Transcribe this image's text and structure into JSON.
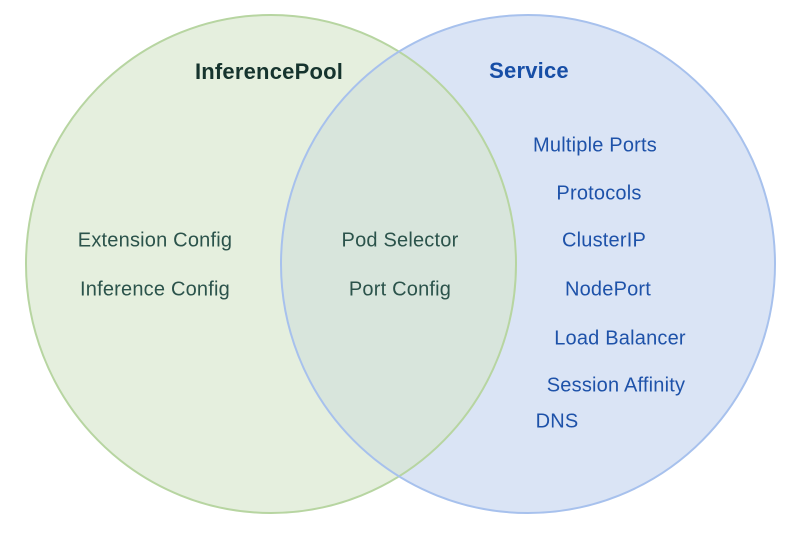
{
  "diagram": {
    "type": "venn",
    "left": {
      "title": "InferencePool",
      "items": [
        "Extension Config",
        "Inference Config"
      ]
    },
    "overlap": {
      "items": [
        "Pod Selector",
        "Port Config"
      ]
    },
    "right": {
      "title": "Service",
      "items": [
        "Multiple Ports",
        "Protocols",
        "ClusterIP",
        "NodePort",
        "Load Balancer",
        "Session Affinity",
        "DNS"
      ]
    },
    "colors": {
      "left_fill": "#e5efde",
      "left_stroke": "#b7d5a1",
      "right_fill": "#dae4f5",
      "right_stroke": "#a7c1ed",
      "overlap_fill": "#d8e5dc",
      "left_title_text": "#16342e",
      "left_item_text": "#2b534b",
      "right_title_text": "#174ea6",
      "right_item_text": "#1e52a9"
    }
  }
}
